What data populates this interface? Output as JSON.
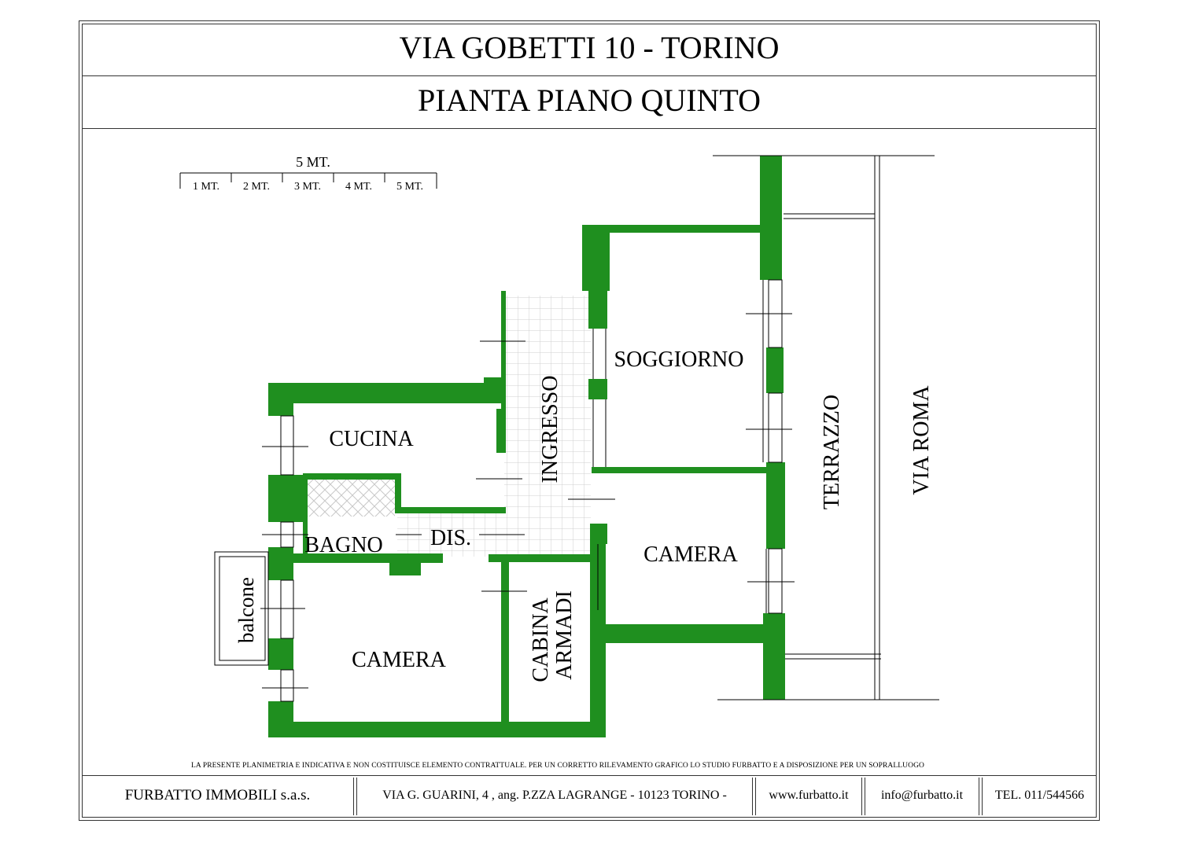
{
  "header": {
    "title": "VIA GOBETTI 10 - TORINO",
    "subtitle": "PIANTA PIANO QUINTO"
  },
  "scale": {
    "total_label": "5 MT.",
    "segments": [
      "1 MT.",
      "2 MT.",
      "3 MT.",
      "4 MT.",
      "5 MT."
    ]
  },
  "rooms": {
    "soggiorno": "SOGGIORNO",
    "cucina": "CUCINA",
    "ingresso": "INGRESSO",
    "bagno": "BAGNO",
    "dis": "DIS.",
    "camera_right": "CAMERA",
    "camera_left": "CAMERA",
    "cabina_line1": "CABINA",
    "cabina_line2": "ARMADI",
    "balcone": "balcone",
    "terrazzo": "TERRAZZO",
    "street": "VIA ROMA"
  },
  "colors": {
    "wall": "#1f8f1f",
    "line": "#000000",
    "tile": "#d0d0d0"
  },
  "disclaimer": "LA PRESENTE PLANIMETRIA  E  INDICATIVA E NON COSTITUISCE ELEMENTO CONTRATTUALE. PER UN CORRETTO RILEVAMENTO GRAFICO LO STUDIO FURBATTO E A DISPOSIZIONE PER UN SOPRALLUOGO",
  "footer": {
    "company": "FURBATTO IMMOBILI s.a.s.",
    "address": "VIA G. GUARINI, 4 , ang. P.ZZA LAGRANGE - 10123 TORINO -",
    "website": "www.furbatto.it",
    "email": "info@furbatto.it",
    "phone": "TEL. 011/544566"
  }
}
